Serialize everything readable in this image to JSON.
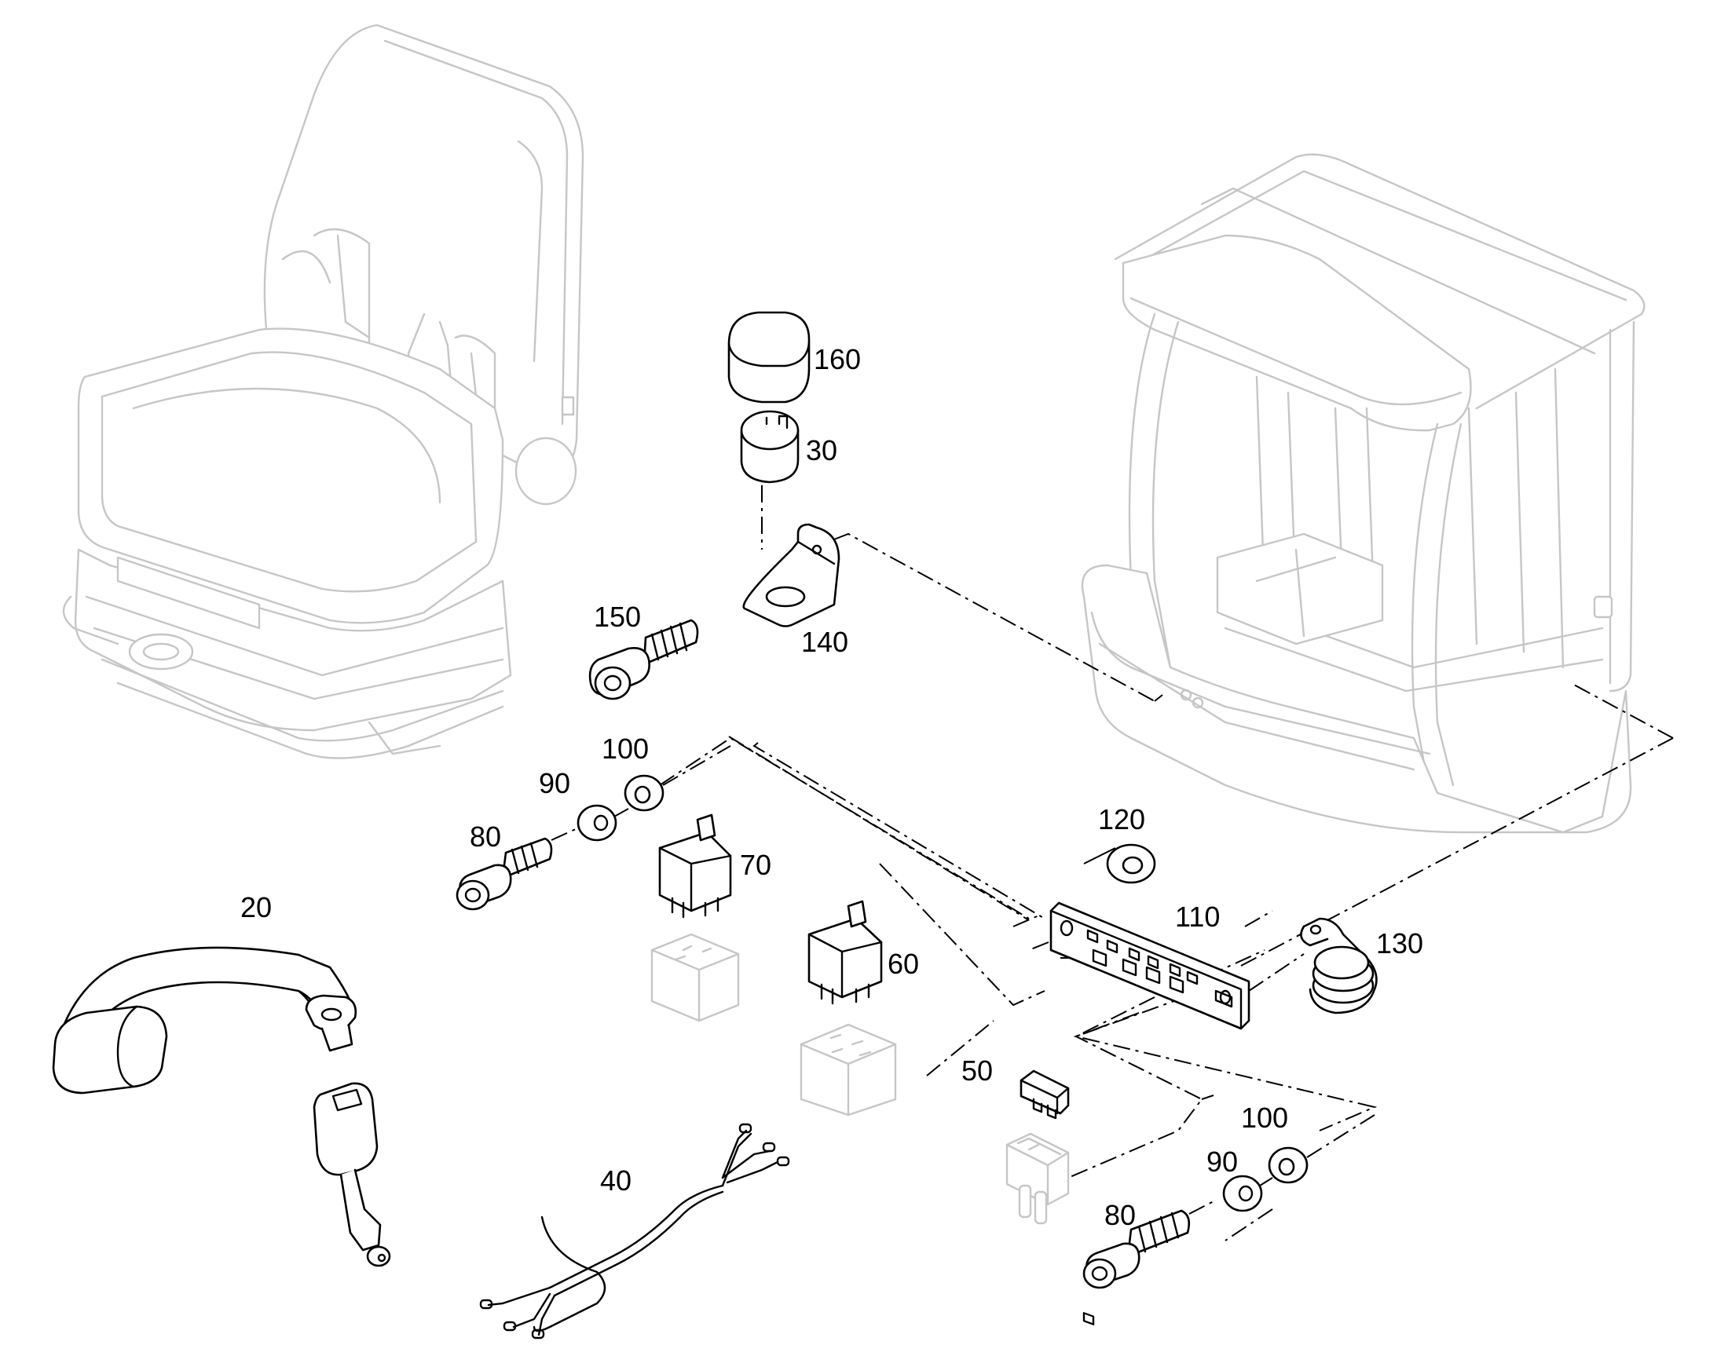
{
  "colors": {
    "part_stroke": "#000000",
    "context_stroke": "#c6c6c6",
    "background": "#ffffff"
  },
  "context_items": {
    "seat": "operator-seat-drawing",
    "cab": "cab-frame-drawing"
  },
  "callouts": [
    {
      "id": "160",
      "label": "160"
    },
    {
      "id": "30",
      "label": "30"
    },
    {
      "id": "150",
      "label": "150"
    },
    {
      "id": "140",
      "label": "140"
    },
    {
      "id": "100a",
      "label": "100"
    },
    {
      "id": "90a",
      "label": "90"
    },
    {
      "id": "80a",
      "label": "80"
    },
    {
      "id": "70",
      "label": "70"
    },
    {
      "id": "120",
      "label": "120"
    },
    {
      "id": "110",
      "label": "110"
    },
    {
      "id": "130",
      "label": "130"
    },
    {
      "id": "60",
      "label": "60"
    },
    {
      "id": "20",
      "label": "20"
    },
    {
      "id": "50",
      "label": "50"
    },
    {
      "id": "40",
      "label": "40"
    },
    {
      "id": "100b",
      "label": "100"
    },
    {
      "id": "90b",
      "label": "90"
    },
    {
      "id": "80b",
      "label": "80"
    }
  ]
}
